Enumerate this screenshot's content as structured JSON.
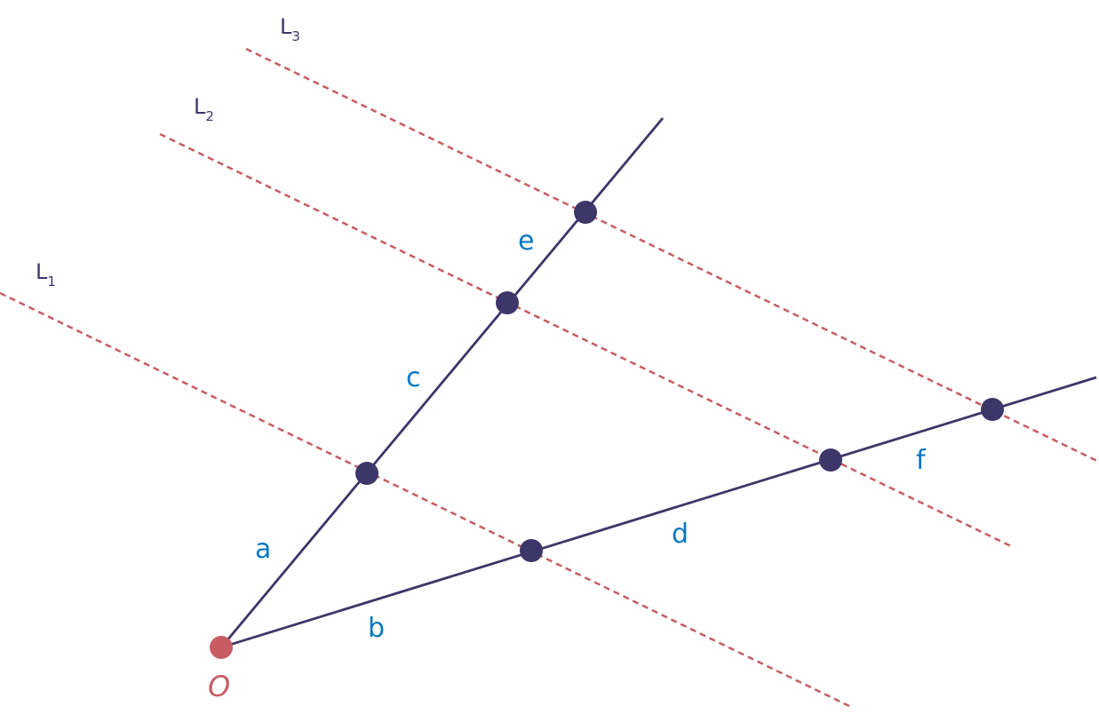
{
  "colors": {
    "ray": "#3d3669",
    "parallel": "#c75c64",
    "segment_label": "#0b78c2",
    "origin": "#c75c64",
    "point": "#3d3669"
  },
  "origin_label": "O",
  "parallel_lines": [
    {
      "name": "L",
      "sub": "1"
    },
    {
      "name": "L",
      "sub": "2"
    },
    {
      "name": "L",
      "sub": "3"
    }
  ],
  "segments": {
    "a": "a",
    "b": "b",
    "c": "c",
    "d": "d",
    "e": "e",
    "f": "f"
  }
}
